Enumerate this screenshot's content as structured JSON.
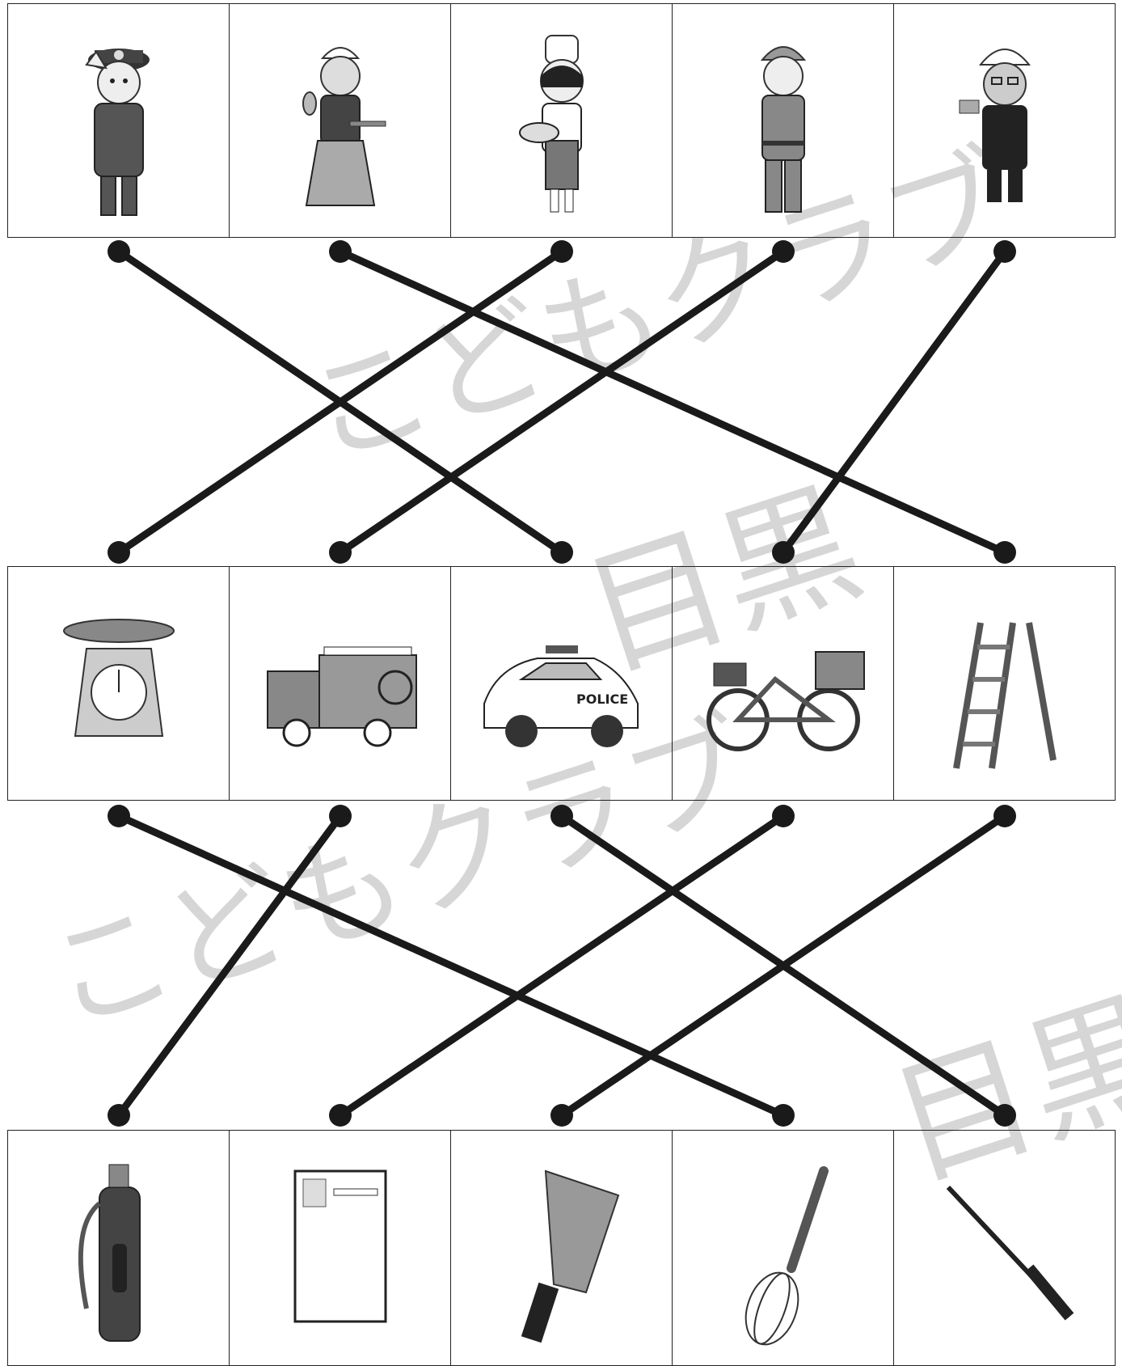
{
  "watermark": {
    "text_kana": "こどもクラブ",
    "text_kanji": "目黒"
  },
  "people": [
    {
      "icon": "police-officer-icon"
    },
    {
      "icon": "carpenter-icon"
    },
    {
      "icon": "pastry-chef-icon"
    },
    {
      "icon": "firefighter-icon"
    },
    {
      "icon": "postal-worker-icon"
    }
  ],
  "vehicles": [
    {
      "icon": "kitchen-scale-icon"
    },
    {
      "icon": "fire-truck-icon"
    },
    {
      "icon": "police-car-icon",
      "label": "POLICE"
    },
    {
      "icon": "delivery-bicycle-icon"
    },
    {
      "icon": "stepladder-icon"
    }
  ],
  "tools": [
    {
      "icon": "fire-extinguisher-icon"
    },
    {
      "icon": "postcard-icon"
    },
    {
      "icon": "hand-saw-icon"
    },
    {
      "icon": "whisk-icon"
    },
    {
      "icon": "baton-icon"
    }
  ],
  "connections_top": [
    [
      0,
      2
    ],
    [
      1,
      4
    ],
    [
      2,
      0
    ],
    [
      3,
      1
    ],
    [
      4,
      3
    ]
  ],
  "connections_bottom": [
    [
      0,
      3
    ],
    [
      1,
      0
    ],
    [
      2,
      4
    ],
    [
      3,
      1
    ],
    [
      4,
      2
    ]
  ]
}
